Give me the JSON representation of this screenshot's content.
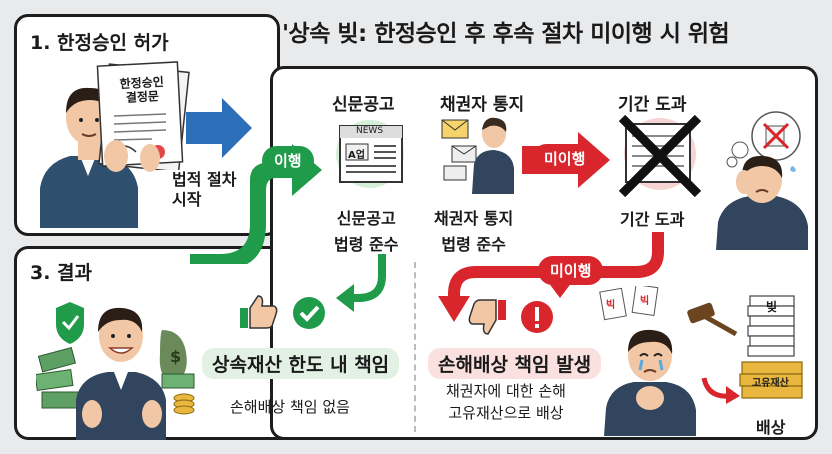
{
  "title": "'상속 빚: 한정승인 후 후속 절차 미이행 시 위험",
  "step1": {
    "heading": "1. 한정승인 허가",
    "document_title": "한정승인\n결정문",
    "start_label": "법적 절차\n시작"
  },
  "step3": {
    "heading": "3. 결과"
  },
  "compliant_path": {
    "arrow_label": "이행",
    "notice_header": "신문공고",
    "notice_caption": "신문공고\n법령 준수",
    "newspaper_masthead": "NEWS",
    "newspaper_box": "A업",
    "creditor_header": "채권자 통지",
    "creditor_caption": "채권자 통지\n법령 준수",
    "result_title": "상속재산 한도 내 책임",
    "result_sub": "손해배상 책임 없음"
  },
  "noncompliant_path": {
    "arrow_label_1": "미이행",
    "deadline_header": "기간 도과",
    "deadline_caption": "기간 도과",
    "arrow_label_2": "미이행",
    "result_title": "손해배상 책임 발생",
    "result_sub": "채권자에 대한 손해\n고유재산으로 배상",
    "payout_label": "배상",
    "money_stack_label": "고유재산",
    "stack_top_label": "빚",
    "doc_tag": "빅"
  },
  "colors": {
    "green": "#1f9b4a",
    "red": "#d8262c",
    "blue": "#2d6fb8",
    "dark": "#1d1d1d",
    "navy": "#31455e"
  }
}
